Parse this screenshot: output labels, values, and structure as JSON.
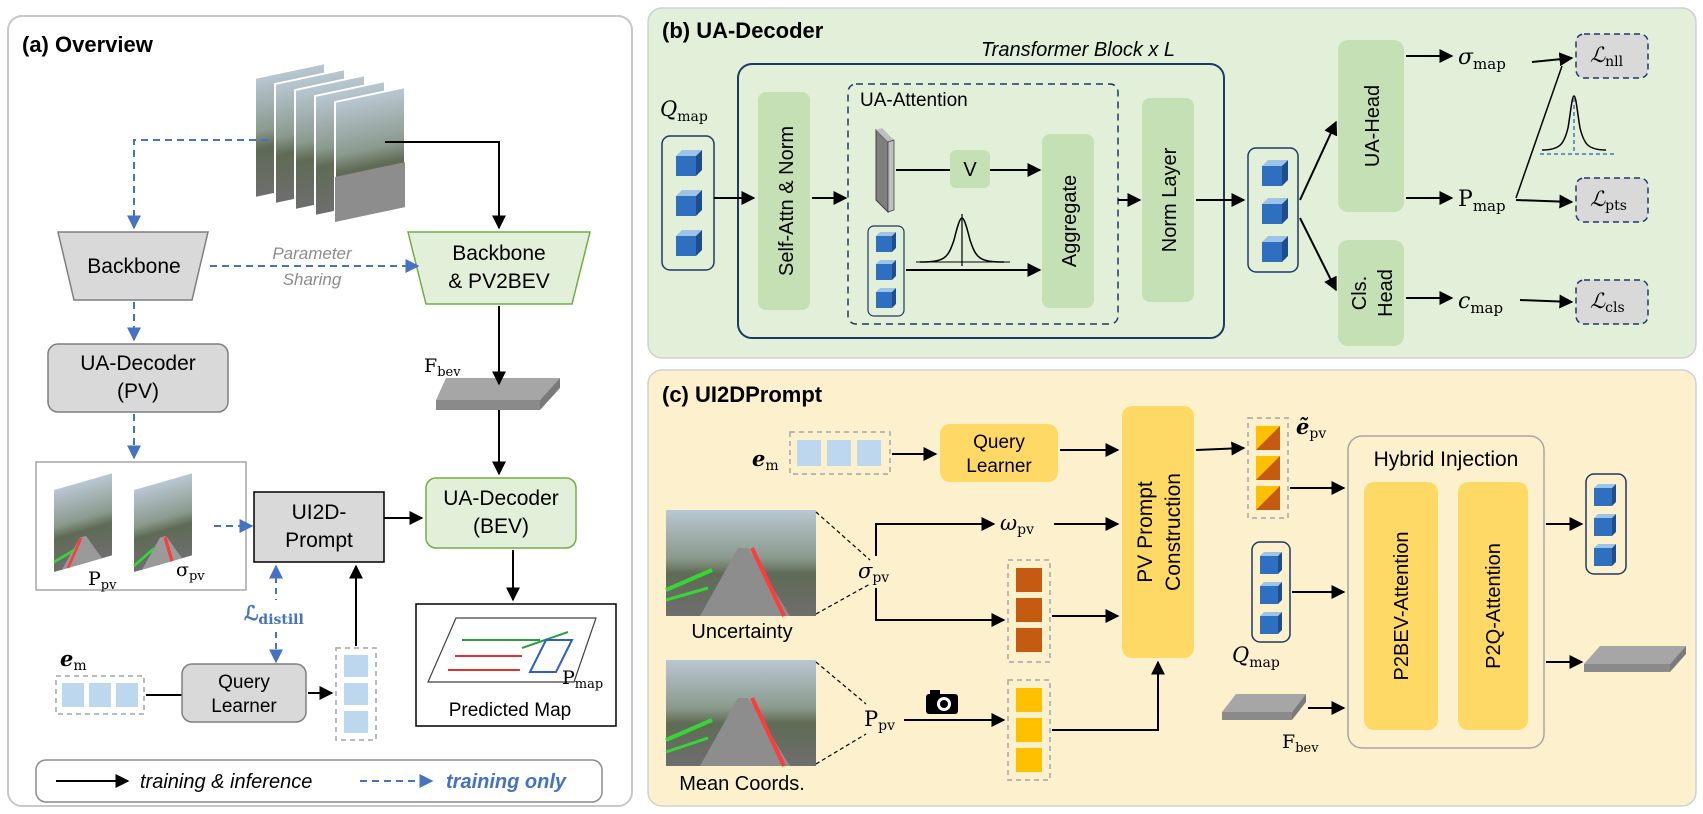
{
  "overview": {
    "title": "(a) Overview",
    "backbone": "Backbone",
    "param_sharing_1": "Parameter",
    "param_sharing_2": "Sharing",
    "backbone_pv2bev_1": "Backbone",
    "backbone_pv2bev_2": "& PV2BEV",
    "ua_decoder_pv_1": "UA-Decoder",
    "ua_decoder_pv_2": "(PV)",
    "f_bev": "F",
    "f_bev_sub": "bev",
    "ui2d_prompt_1": "UI2D-",
    "ui2d_prompt_2": "Prompt",
    "ua_decoder_bev_1": "UA-Decoder",
    "ua_decoder_bev_2": "(BEV)",
    "p_pv": "P",
    "p_pv_sub": "pv",
    "sigma_pv": "σ",
    "sigma_pv_sub": "pv",
    "l_distill": "ℒ",
    "l_distill_sub": "distill",
    "e_m": "e",
    "e_m_sub": "m",
    "query_learner_1": "Query",
    "query_learner_2": "Learner",
    "p_map": "P",
    "p_map_sub": "map",
    "predicted_map": "Predicted Map",
    "legend_solid": "training & inference",
    "legend_dashed": "training only"
  },
  "ua_decoder": {
    "title": "(b) UA-Decoder",
    "transformer_block": "Transformer Block x L",
    "q_map": "Q",
    "q_map_sub": "map",
    "self_attn": "Self-Attn & Norm",
    "ua_attention": "UA-Attention",
    "v": "V",
    "aggregate": "Aggregate",
    "norm_layer": "Norm Layer",
    "ua_head": "UA-Head",
    "cls_head_1": "Cls.",
    "cls_head_2": "Head",
    "sigma_map": "σ",
    "sigma_map_sub": "map",
    "p_map": "P",
    "p_map_sub": "map",
    "c_map": "c",
    "c_map_sub": "map",
    "l_nll": "ℒ",
    "l_nll_sub": "nll",
    "l_pts": "ℒ",
    "l_pts_sub": "pts",
    "l_cls": "ℒ",
    "l_cls_sub": "cls"
  },
  "ui2dprompt": {
    "title": "(c) UI2DPrompt",
    "e_m": "e",
    "e_m_sub": "m",
    "query_learner_1": "Query",
    "query_learner_2": "Learner",
    "pv_prompt_1": "PV Prompt",
    "pv_prompt_2": "Construction",
    "e_pv": "ẽ",
    "e_pv_sub": "pv",
    "omega_pv": "ω",
    "omega_pv_sub": "pv",
    "sigma_pv": "σ",
    "sigma_pv_sub": "pv",
    "p_pv": "P",
    "p_pv_sub": "pv",
    "uncertainty": "Uncertainty",
    "mean_coords": "Mean Coords.",
    "hybrid_injection": "Hybrid Injection",
    "p2bev": "P2BEV-Attention",
    "p2q": "P2Q-Attention",
    "q_map": "Q",
    "q_map_sub": "map",
    "f_bev": "F",
    "f_bev_sub": "bev"
  },
  "colors": {
    "dashed_blue": "#4472c4",
    "panel_b_bg": "#e2f0d9",
    "panel_c_bg": "#fdf0cc",
    "green_box": "#c5e0b4",
    "yellow_box": "#ffd966",
    "cube": "#2e6fc0",
    "orange_token": "#c55a11",
    "yellow_token": "#ffc000"
  }
}
